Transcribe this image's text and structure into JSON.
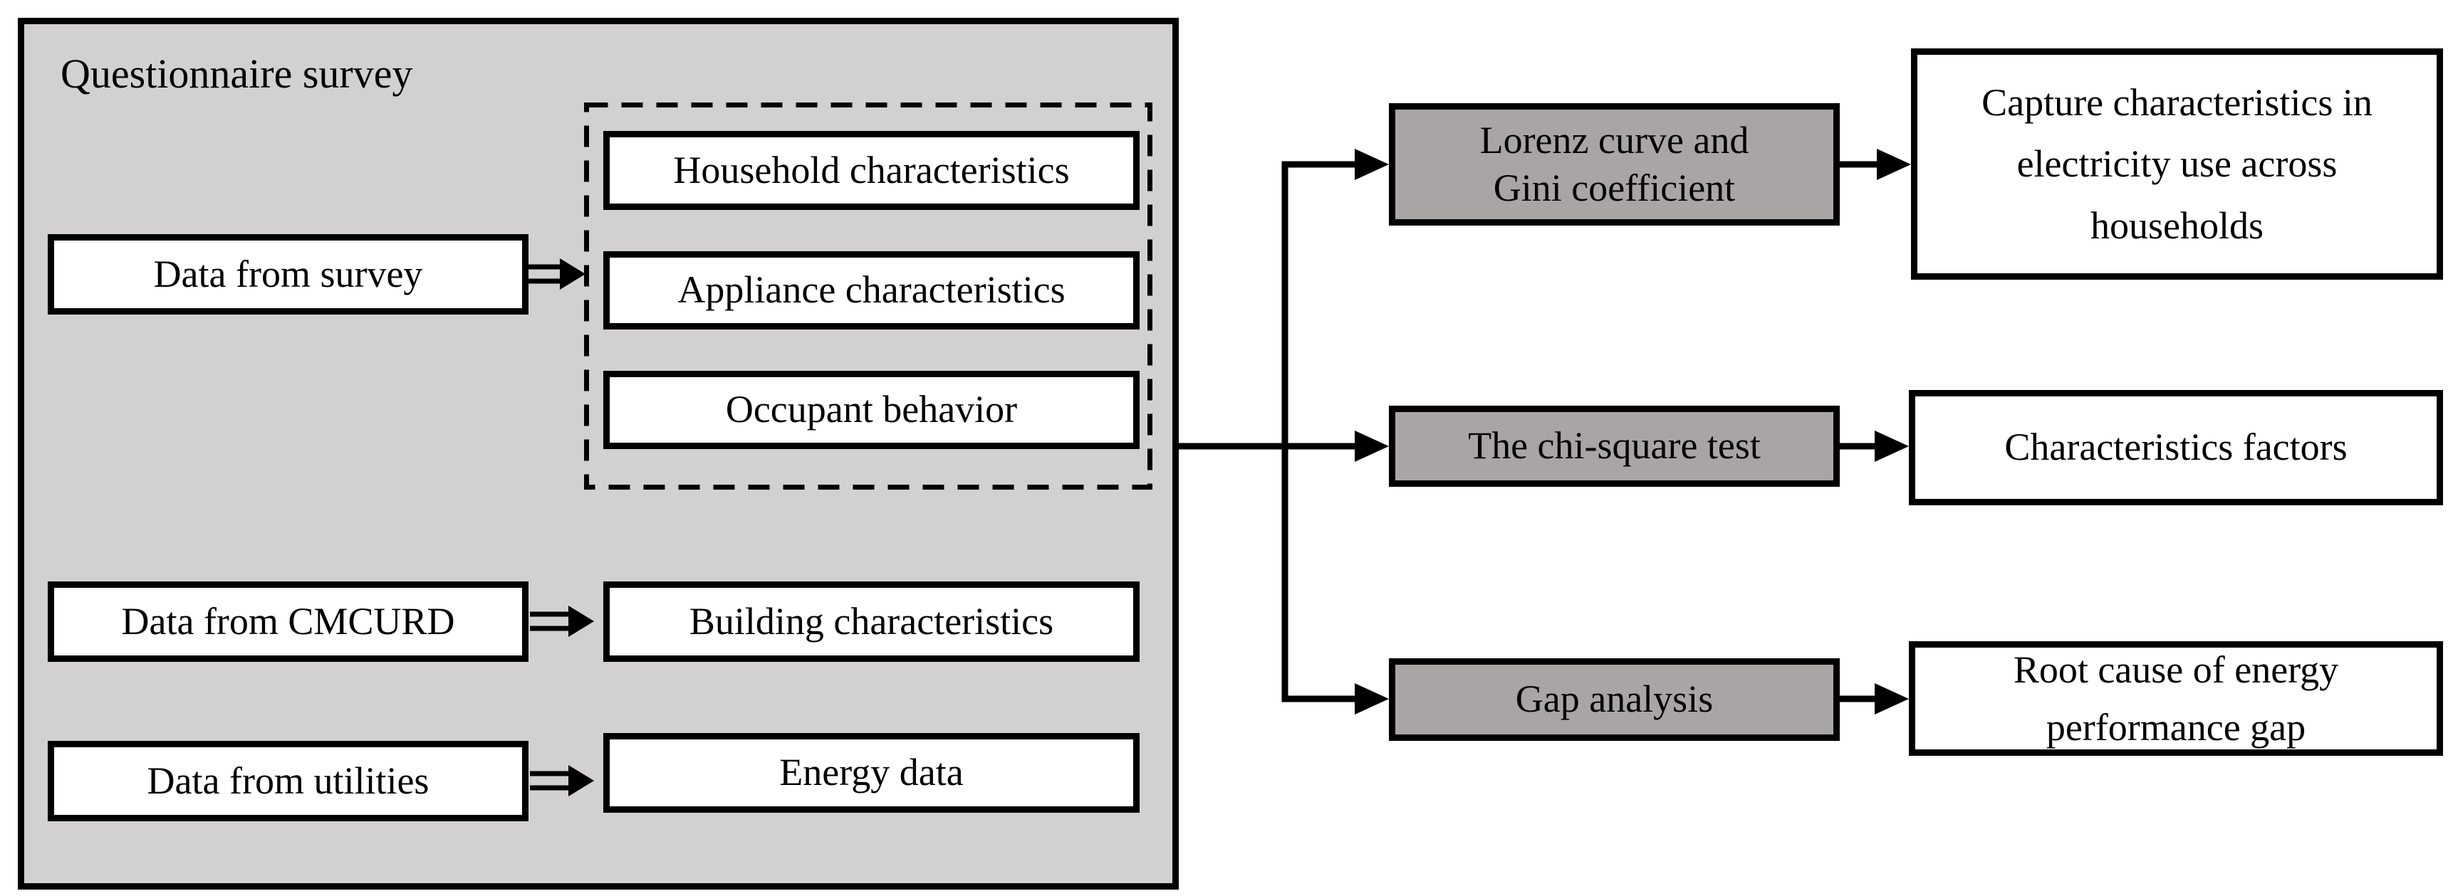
{
  "diagram": {
    "container": {
      "title": "Questionnaire survey"
    },
    "sources": [
      {
        "label": "Data from survey"
      },
      {
        "label": "Data from CMCURD"
      },
      {
        "label": "Data from utilities"
      }
    ],
    "survey_components": [
      {
        "label": "Household characteristics"
      },
      {
        "label": "Appliance characteristics"
      },
      {
        "label": "Occupant behavior"
      }
    ],
    "other_components": [
      {
        "label": "Building characteristics"
      },
      {
        "label": "Energy data"
      }
    ],
    "methods": [
      {
        "label": "Lorenz curve and\nGini coefficient"
      },
      {
        "label": "The chi-square test"
      },
      {
        "label": "Gap analysis"
      }
    ],
    "outcomes": [
      {
        "label": "Capture characteristics in\nelectricity use across\nhouseholds"
      },
      {
        "label": "Characteristics factors"
      },
      {
        "label": "Root cause of energy\nperformance gap"
      }
    ],
    "colors": {
      "container_fill": "#d2d0d0",
      "method_fill": "#a9a5a5",
      "line_color": "#000000",
      "text_color": "#000000"
    }
  }
}
